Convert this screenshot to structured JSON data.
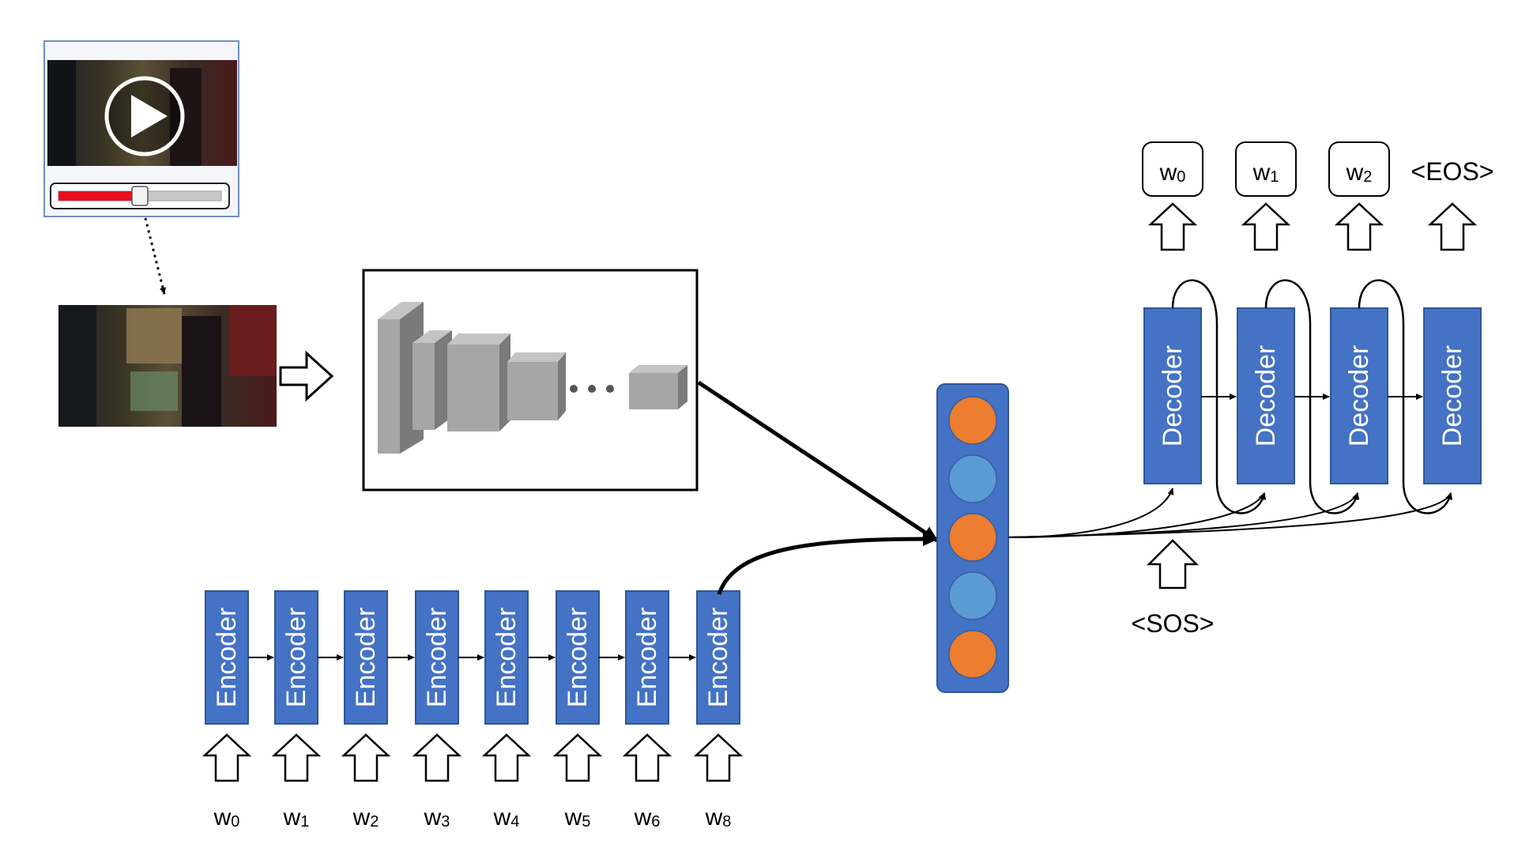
{
  "video_player": {
    "progress_fraction": 0.5,
    "progress_color": "#e8101f",
    "frame_border_color": "#6f8fbf"
  },
  "colors": {
    "block_fill": "#4472c4",
    "block_border": "#2f5597",
    "node_orange": "#ed7d31",
    "node_blue": "#5b9bd5",
    "cnn_gray": "#9e9e9e"
  },
  "encoder": {
    "label": "Encoder",
    "inputs": [
      {
        "base": "w",
        "sub": "0"
      },
      {
        "base": "w",
        "sub": "1"
      },
      {
        "base": "w",
        "sub": "2"
      },
      {
        "base": "w",
        "sub": "3"
      },
      {
        "base": "w",
        "sub": "4"
      },
      {
        "base": "w",
        "sub": "5"
      },
      {
        "base": "w",
        "sub": "6"
      },
      {
        "base": "w",
        "sub": "8"
      }
    ]
  },
  "context_vector": {
    "nodes": [
      "orange",
      "blue",
      "orange",
      "blue",
      "orange"
    ]
  },
  "decoder": {
    "label": "Decoder",
    "start_token": "<SOS>",
    "outputs": [
      {
        "base": "w",
        "sub": "0",
        "boxed": true
      },
      {
        "base": "w",
        "sub": "1",
        "boxed": true
      },
      {
        "base": "w",
        "sub": "2",
        "boxed": true
      },
      {
        "text": "<EOS>",
        "boxed": false
      }
    ]
  }
}
